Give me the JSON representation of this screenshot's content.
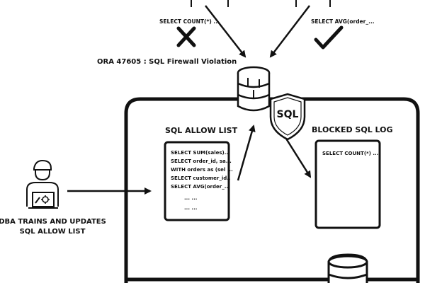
{
  "queries": {
    "rejected": "SELECT COUNT(*) ...",
    "accepted": "SELECT AVG(order_..."
  },
  "violation": {
    "text": "ORA 47605 : SQL Firewall Violation"
  },
  "firewall": {
    "badge": "SQL",
    "icon": "firewall-icon"
  },
  "allow_list": {
    "title": "SQL ALLOW LIST",
    "lines": [
      "SELECT SUM(sales)..",
      "SELECT order_id, sa...",
      "WITH orders as (sel ...",
      "SELECT customer_id..",
      "SELECT AVG(order_..."
    ],
    "more": [
      "... ...",
      "... ..."
    ]
  },
  "blocked_log": {
    "title": "BLOCKED SQL LOG",
    "lines": [
      "SELECT COUNT(*) ..."
    ]
  },
  "dba": {
    "caption_line1": "DBA TRAINS AND UPDATES",
    "caption_line2": "SQL ALLOW LIST",
    "icon": "dba-user-icon"
  },
  "status_icons": {
    "reject": "x-mark-icon",
    "accept": "checkmark-icon"
  },
  "colors": {
    "ink": "#111111",
    "background": "#ffffff"
  }
}
